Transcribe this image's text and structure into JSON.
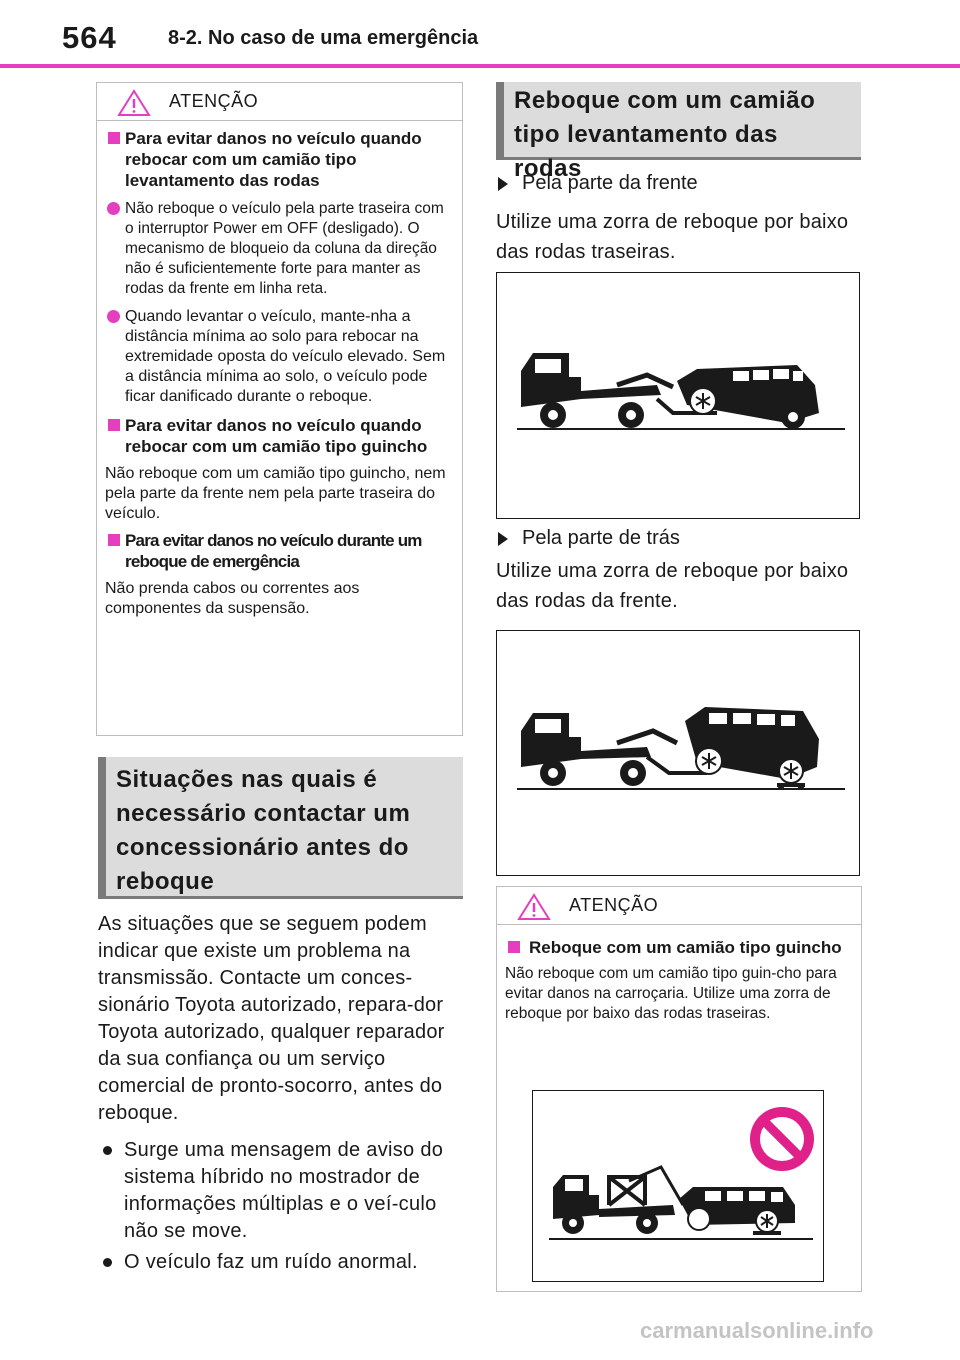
{
  "header": {
    "page_number": "564",
    "section": "8-2. No caso de uma emergência"
  },
  "left_warning": {
    "title": "ATENÇÃO",
    "item1_heading": "Para evitar danos no veículo quando rebocar com um camião tipo levantamento das rodas",
    "item1_point1": "Não reboque o veículo pela parte traseira com o interruptor Power em OFF (desligado). O mecanismo de bloqueio da coluna da direção não é suficientemente forte para manter as rodas da frente em linha reta.",
    "item1_point2": "Quando levantar o veículo, mante-nha a distância mínima ao solo para rebocar na extremidade oposta do veículo elevado. Sem a distância mínima ao solo, o veículo pode ficar danificado durante o reboque.",
    "item2_heading": "Para evitar danos no veículo quando rebocar com um camião tipo guincho",
    "item2_text": "Não reboque com um camião tipo guincho, nem pela parte da frente nem pela parte traseira do veículo.",
    "item3_heading": "Para evitar danos no veículo durante um reboque de emergência",
    "item3_text": "Não prenda cabos ou correntes aos componentes da suspensão."
  },
  "situations": {
    "title": "Situações nas quais é necessário contactar um concessionário antes do reboque",
    "intro": "As situações que se seguem podem indicar que existe um problema na transmissão. Contacte um conces-sionário Toyota autorizado, repara-dor Toyota autorizado, qualquer reparador da sua confiança ou um serviço comercial de pronto-socorro, antes do reboque.",
    "bullet1": "Surge uma mensagem de aviso do sistema híbrido no mostrador de informações múltiplas e o veí-culo não se move.",
    "bullet2": "O veículo faz um ruído anormal."
  },
  "wheel_lift": {
    "title": "Reboque com um camião tipo levantamento das rodas",
    "front_label": "Pela parte da frente",
    "front_text": "Utilize uma zorra de reboque por baixo das rodas traseiras.",
    "rear_label": "Pela parte de trás",
    "rear_text": "Utilize uma zorra de reboque por baixo das rodas da frente."
  },
  "right_warning": {
    "title": "ATENÇÃO",
    "heading": "Reboque com um camião tipo guincho",
    "text": "Não reboque com um camião tipo guin-cho para evitar danos na carroçaria. Utilize uma zorra de reboque por baixo das rodas traseiras."
  },
  "footer": {
    "watermark": "carmanualsonline.info"
  },
  "colors": {
    "accent": "#e53fbf",
    "title_bg": "#dcdcdc",
    "title_bar": "#7a7a7a",
    "prohibited": "#e0218a"
  }
}
